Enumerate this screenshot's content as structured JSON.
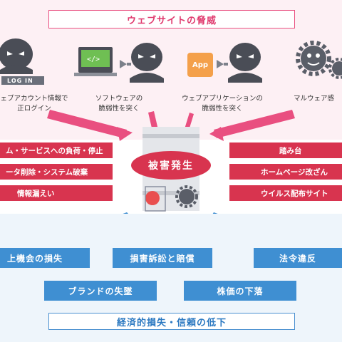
{
  "header": {
    "title": "ウェブサイトの脅威"
  },
  "threats": [
    {
      "caption_line1": "ェブアカウント情報で",
      "caption_line2": "正ログイン",
      "login_label": "LOG IN"
    },
    {
      "caption_line1": "ソフトウェアの",
      "caption_line2": "脆弱性を突く"
    },
    {
      "caption_line1": "ウェブアプリケーションの",
      "caption_line2": "脆弱性を突く",
      "app_label": "App"
    },
    {
      "caption_line1": "マルウェア感"
    }
  ],
  "center": {
    "label": "被害発生"
  },
  "left_damages": [
    "ム・サービスへの負荷・停止",
    "ータ削除・システム破棄",
    "情報漏えい"
  ],
  "right_damages": [
    "踏み台",
    "ホームページ改ざん",
    "ウイルス配布サイト"
  ],
  "impacts": {
    "row1": [
      "上機会の損失",
      "損害訴訟と賠償",
      "法令違反"
    ],
    "row2": [
      "ブランドの失墜",
      "株価の下落"
    ]
  },
  "footer": {
    "title": "経済的損失・信頼の低下"
  },
  "colors": {
    "pink": "#e94f80",
    "red": "#d8344f",
    "blue": "#3f8fd2",
    "dark_blue": "#2c79c1",
    "orange": "#f4a04a"
  }
}
